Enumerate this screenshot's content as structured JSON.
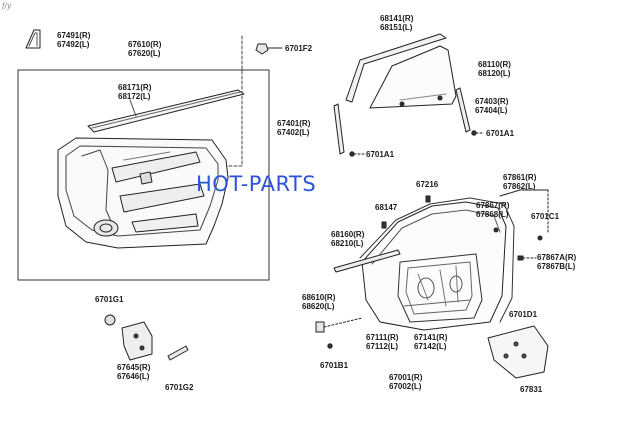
{
  "watermark": "HOT-PARTS",
  "corner_mark": "f/y",
  "callouts": {
    "c67491": {
      "a": "67491(R)",
      "b": "67492(L)"
    },
    "c67610": {
      "a": "67610(R)",
      "b": "67620(L)"
    },
    "c6701f2": {
      "a": "6701F2"
    },
    "c68141": {
      "a": "68141(R)",
      "b": "68151(L)"
    },
    "c68110": {
      "a": "68110(R)",
      "b": "68120(L)"
    },
    "c68171": {
      "a": "68171(R)",
      "b": "68172(L)"
    },
    "c67401": {
      "a": "67401(R)",
      "b": "67402(L)"
    },
    "c67403": {
      "a": "67403(R)",
      "b": "67404(L)"
    },
    "c6701a1a": {
      "a": "6701A1"
    },
    "c6701a1b": {
      "a": "6701A1"
    },
    "c67861": {
      "a": "67861(R)",
      "b": "67862(L)"
    },
    "c67216": {
      "a": "67216"
    },
    "c68147": {
      "a": "68147"
    },
    "c67867": {
      "a": "67867(R)",
      "b": "67868(L)"
    },
    "c6701c1": {
      "a": "6701C1"
    },
    "c68160": {
      "a": "68160(R)",
      "b": "68210(L)"
    },
    "c67867a": {
      "a": "67867A(R)",
      "b": "67867B(L)"
    },
    "c68610": {
      "a": "68610(R)",
      "b": "68620(L)"
    },
    "c6701d1": {
      "a": "6701D1"
    },
    "c67111": {
      "a": "67111(R)",
      "b": "67112(L)"
    },
    "c67141": {
      "a": "67141(R)",
      "b": "67142(L)"
    },
    "c6701b1": {
      "a": "6701B1"
    },
    "c67001": {
      "a": "67001(R)",
      "b": "67002(L)"
    },
    "c67831": {
      "a": "67831"
    },
    "c6701g1": {
      "a": "6701G1"
    },
    "c67645": {
      "a": "67645(R)",
      "b": "67646(L)"
    },
    "c6701g2": {
      "a": "6701G2"
    }
  }
}
